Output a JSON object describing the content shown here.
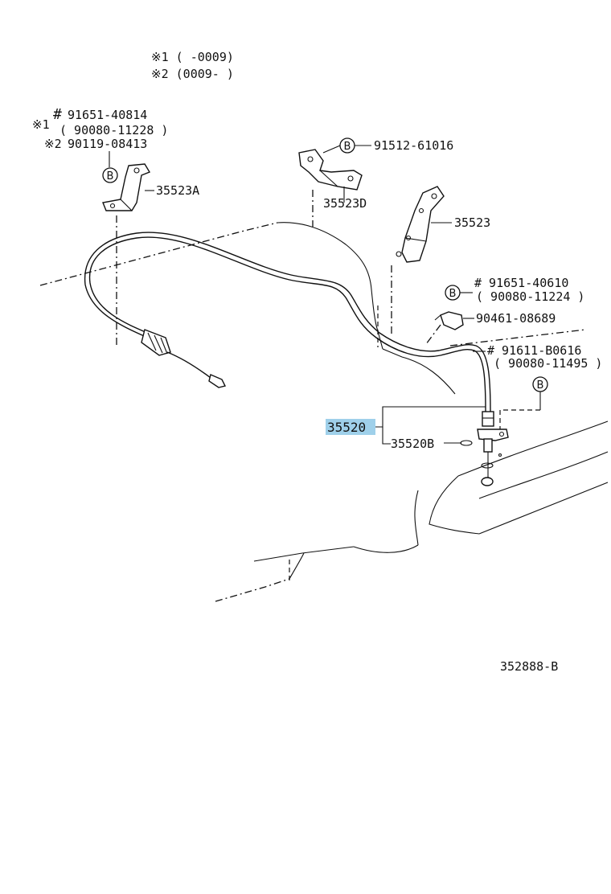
{
  "notes": {
    "note1": "※1 (     -0009)",
    "note2": "※2 (0009-     )"
  },
  "parts": {
    "bolt_group_left": {
      "hash": "#",
      "m1": "※1",
      "m2": "※2",
      "p1": "91651-40814",
      "p2": "( 90080-11228 )",
      "p3": "90119-08413"
    },
    "b_marker": "B",
    "p_35523A": "35523A",
    "p_91512_61016": "91512-61016",
    "p_35523D": "35523D",
    "p_35523": "35523",
    "p_91651_40610": "# 91651-40610",
    "p_90080_11224": "( 90080-11224 )",
    "p_90461_08689": "90461-08689",
    "p_91611_B0616": "# 91611-B0616",
    "p_90080_11495": "( 90080-11495 )",
    "p_35520": "35520",
    "p_35520B": "35520B"
  },
  "illustration_id": "352888-B",
  "colors": {
    "highlight": "#9fd0ea",
    "line": "#111111"
  }
}
